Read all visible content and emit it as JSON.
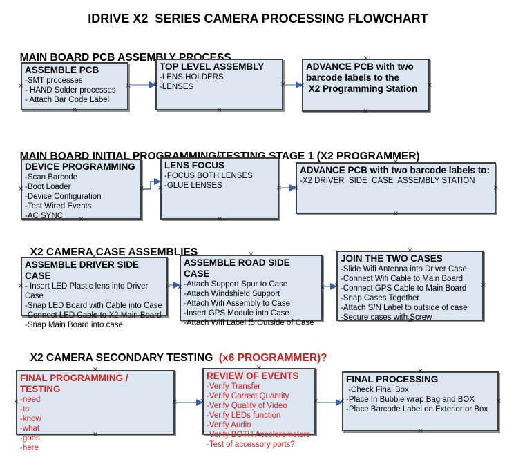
{
  "title": "IDRIVE X2  SERIES CAMERA PROCESSING FLOWCHART",
  "palette": {
    "box_fill": "#dce6f1",
    "box_border": "#404040",
    "box_shadow": "#8f8f8f",
    "red_text": "#cc2222",
    "arrow_line": "#7e99c5",
    "arrow_head": "#3a5fa8",
    "text": "#000000",
    "background": "#ffffff"
  },
  "sections": [
    {
      "header": {
        "black": "MAIN BOARD PCB ASSEMBLY PROCESS",
        "red": ""
      },
      "boxes": [
        {
          "title": "ASSEMBLE PCB",
          "items": [
            "-SMT processes",
            "- HAND Solder processes",
            "- Attach Bar Code Label"
          ]
        },
        {
          "title": "TOP LEVEL ASSEMBLY",
          "items": [
            "-LENS HOLDERS",
            "-LENSES"
          ]
        },
        {
          "title": "ADVANCE PCB with two\nbarcode labels to the\n X2 Programming Station",
          "items": []
        }
      ]
    },
    {
      "header": {
        "black": "MAIN BOARD INITIAL PROGRAMMING/TESTING STAGE 1 (X2 PROGRAMMER)",
        "red": ""
      },
      "boxes": [
        {
          "title": "DEVICE PROGRAMMING",
          "items": [
            "-Scan Barcode",
            "-Boot Loader",
            "-Device Configuration",
            "-Test Wired Events",
            "-AC SYNC"
          ]
        },
        {
          "title": "LENS FOCUS",
          "items": [
            "-FOCUS BOTH LENSES",
            "-GLUE LENSES"
          ]
        },
        {
          "title": "ADVANCE PCB with two barcode labels to:",
          "items": [
            "-X2 DRIVER  SIDE  CASE  ASSEMBLY STATION"
          ]
        }
      ]
    },
    {
      "header": {
        "black": "X2 CAMERA CASE ASSEMBLIES",
        "red": ""
      },
      "boxes": [
        {
          "title": "ASSEMBLE DRIVER SIDE CASE",
          "items": [
            "- Insert LED Plastic lens into Driver Case",
            "-Snap LED Board with Cable into Case",
            "-Connect LED Cable to X2 Main Board",
            "-Snap Main Board into case"
          ]
        },
        {
          "title": "ASSEMBLE ROAD SIDE CASE",
          "items": [
            "-Attach Support Spur to Case",
            "-Attach Windshield Support",
            "-Attach Wifi Assembly to Case",
            "-Insert GPS Module into Case",
            "-Attach Wifi Label to Outside of Case"
          ]
        },
        {
          "title": "JOIN THE TWO CASES",
          "items": [
            "-Slide Wifi Antenna into Driver Case",
            "-Connect Wifi Cable to Main Board",
            "-Connect GPS Cable to Main Board",
            "-Snap Cases Together",
            "-Attach S/N Label to outside of case",
            "-Secure cases with Screw"
          ]
        }
      ]
    },
    {
      "header": {
        "black": "X2 CAMERA SECONDARY TESTING  ",
        "red": "(x6 PROGRAMMER)?"
      },
      "boxes": [
        {
          "title": "FINAL PROGRAMMING / TESTING",
          "items": [
            "-need",
            "-to",
            "-know",
            "-what",
            "-goes",
            "-here"
          ]
        },
        {
          "title": "REVIEW OF EVENTS",
          "items": [
            "-Verify Transfer",
            "-Verify Correct Quantity",
            "-Verify Quality of Video",
            "-Verify LEDs function",
            "-Verify Audio",
            "-Verify BOTH Accelerometers",
            "-Test of accessory ports?"
          ]
        },
        {
          "title": "FINAL PROCESSING",
          "items": [
            " -Check Final Box",
            "-Place In Bubble wrap Bag and BOX",
            "-Place Barcode Label on Exterior or Box"
          ]
        }
      ]
    }
  ]
}
